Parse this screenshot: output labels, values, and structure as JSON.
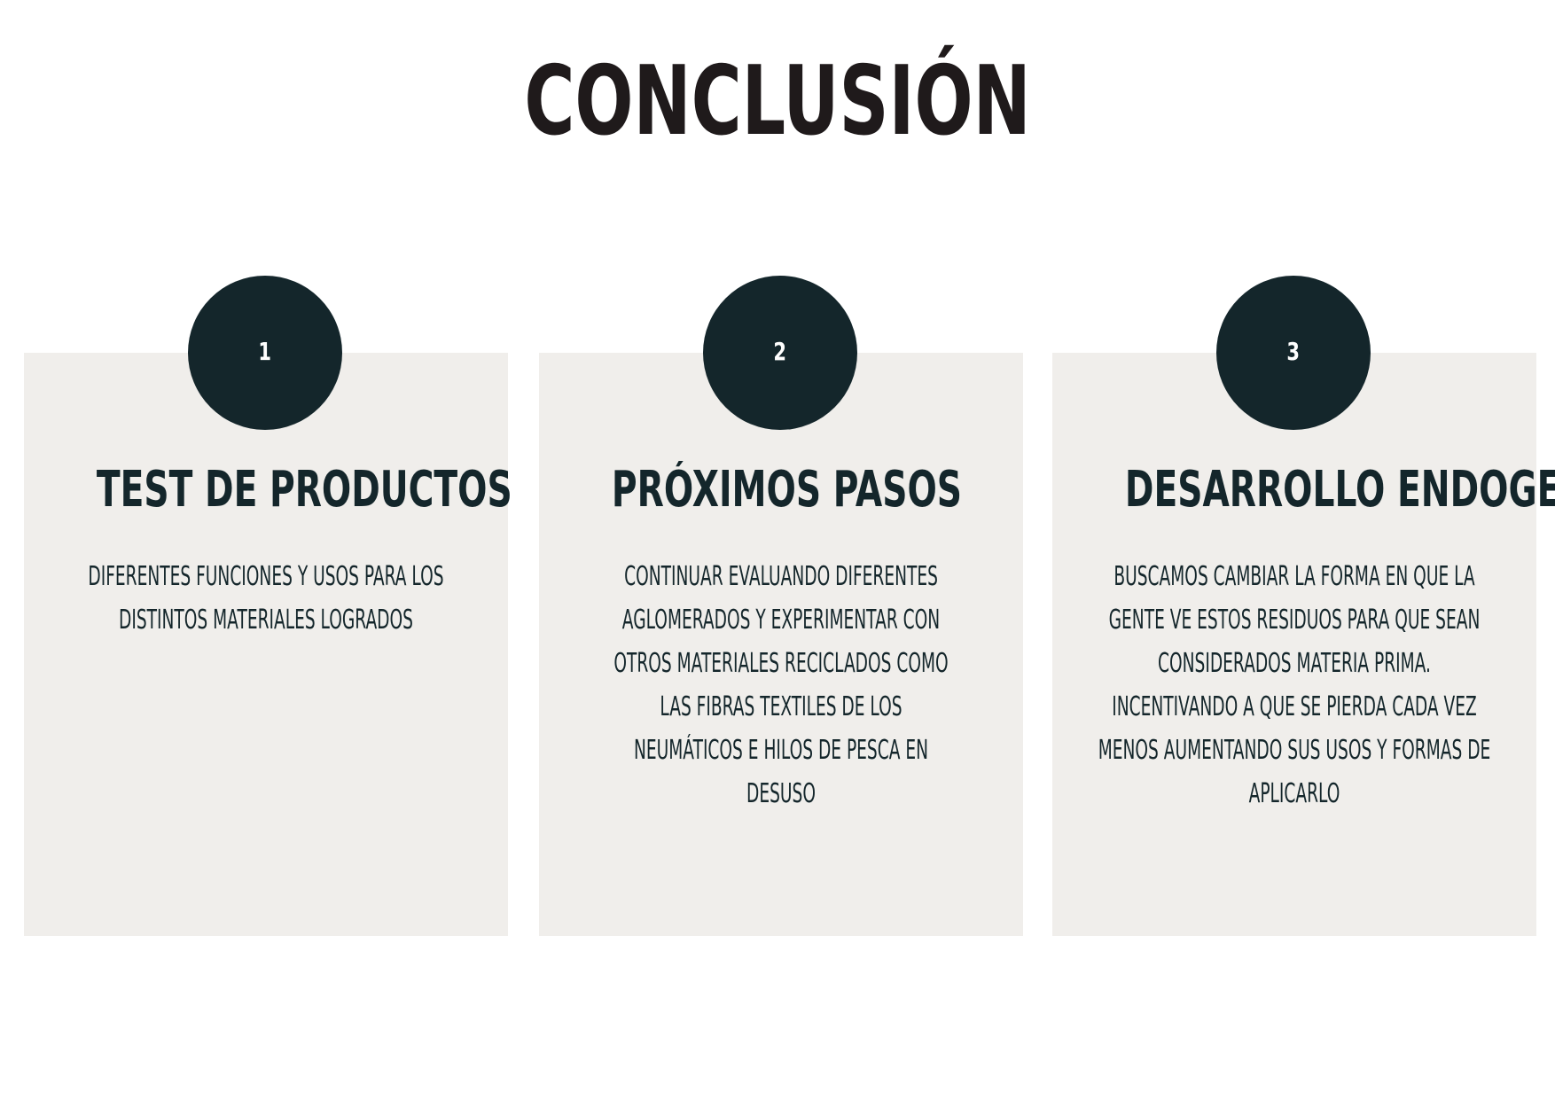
{
  "page": {
    "title": "CONCLUSIÓN"
  },
  "colors": {
    "card_background": "#f0eeeb",
    "circle_background": "#14262b",
    "text_dark": "#14262b",
    "title_color": "#1f1a1b"
  },
  "cards": [
    {
      "number": "1",
      "title": "TEST DE PRODUCTOS",
      "body_lines": [
        "DIFERENTES FUNCIONES Y USOS PARA LOS",
        "DISTINTOS MATERIALES LOGRADOS"
      ]
    },
    {
      "number": "2",
      "title": "PRÓXIMOS PASOS",
      "body_lines": [
        "CONTINUAR EVALUANDO DIFERENTES",
        "AGLOMERADOS Y EXPERIMENTAR CON",
        "OTROS MATERIALES RECICLADOS COMO",
        "LAS FIBRAS TEXTILES DE LOS",
        "NEUMÁTICOS E HILOS DE PESCA EN",
        "DESUSO"
      ]
    },
    {
      "number": "3",
      "title": "DESARROLLO ENDOGENO",
      "body_lines": [
        "BUSCAMOS CAMBIAR LA FORMA EN QUE LA",
        "GENTE VE ESTOS RESIDUOS PARA QUE SEAN",
        "CONSIDERADOS MATERIA PRIMA.",
        "INCENTIVANDO A QUE SE PIERDA CADA VEZ",
        "MENOS AUMENTANDO SUS USOS Y FORMAS DE",
        "APLICARLO"
      ]
    }
  ]
}
